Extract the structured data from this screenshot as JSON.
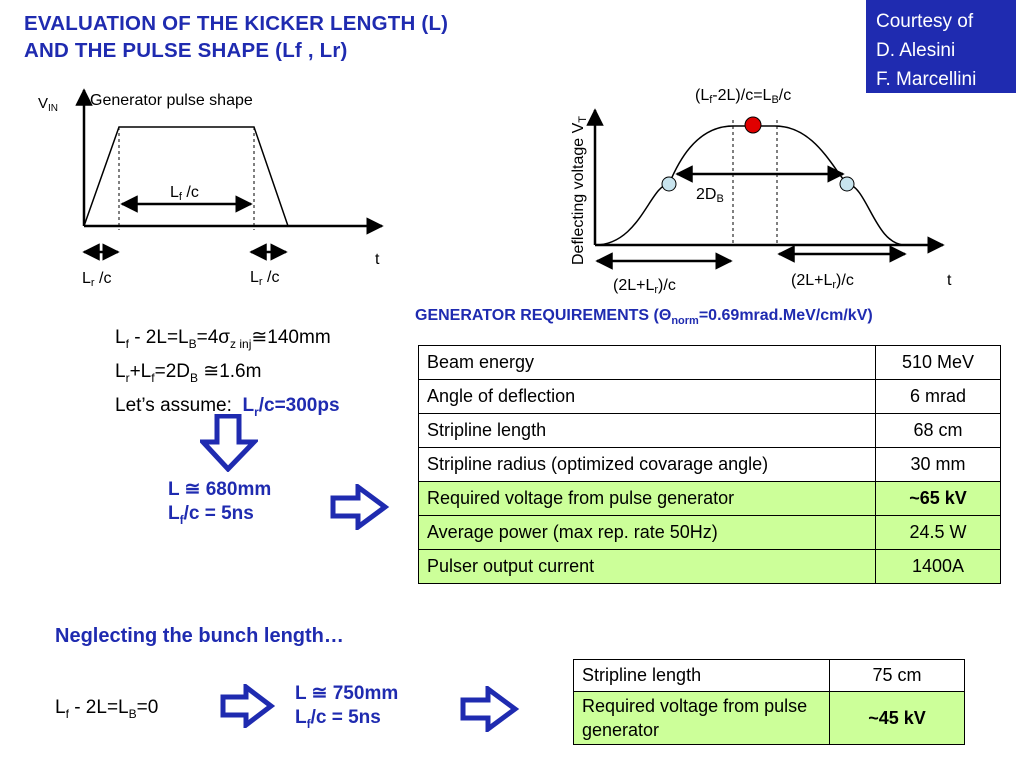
{
  "title": {
    "line1": "EVALUATION OF THE KICKER LENGTH (L)",
    "line2": "AND THE PULSE SHAPE (Lf , Lr)"
  },
  "courtesy": {
    "line1": "Courtesy of",
    "line2": "D. Alesini",
    "line3": "F. Marcellini"
  },
  "left_diagram": {
    "vin_main": "V",
    "vin_sub": "IN",
    "caption": "Generator pulse shape",
    "lf_main": "L",
    "lf_sub": "f",
    "lf_tail": " /c",
    "lr_main": "L",
    "lr_sub": "r",
    "lr_tail": " /c",
    "t_label": "t"
  },
  "right_diagram": {
    "ylabel_main": "Deflecting voltage V",
    "ylabel_sub": "T",
    "top_a": "(L",
    "top_sub1": "f",
    "top_b": "-2L)/c=L",
    "top_sub2": "B",
    "top_c": "/c",
    "mid_main": "2D",
    "mid_sub": "B",
    "bl_a": "(2L+L",
    "bl_sub": "r",
    "bl_b": ")/c",
    "br_a": "(2L+L",
    "br_sub": "r",
    "br_b": ")/c",
    "t_label": "t"
  },
  "equations": {
    "eq1_a": "L",
    "eq1_sub1": "f",
    "eq1_b": " - 2L=L",
    "eq1_sub2": "B",
    "eq1_c": "=4",
    "eq1_sigma": "σ",
    "eq1_sub3": "z inj",
    "eq1_d": "≅140mm",
    "eq2_a": "L",
    "eq2_sub1": "r",
    "eq2_b": "+L",
    "eq2_sub2": "f",
    "eq2_c": "=2D",
    "eq2_sub3": "B",
    "eq2_d": " ≅1.6m",
    "assume_label": "Let’s assume:",
    "assume_a": "L",
    "assume_sub": "r",
    "assume_b": "/c=300ps"
  },
  "result1": {
    "line1": "L ≅ 680mm",
    "line2_a": "L",
    "line2_sub": "f",
    "line2_b": "/c = 5ns"
  },
  "generator_requirements": {
    "heading": "GENERATOR REQUIREMENTS",
    "note_a": "(Θ",
    "note_sub": "norm",
    "note_b": "=0.69mrad.MeV/cm/kV)",
    "rows": [
      {
        "label": "Beam energy",
        "value": "510 MeV",
        "highlight": false,
        "bold": false
      },
      {
        "label": "Angle of deflection",
        "value": "6 mrad",
        "highlight": false,
        "bold": false
      },
      {
        "label": "Stripline length",
        "value": "68 cm",
        "highlight": false,
        "bold": false
      },
      {
        "label": "Stripline radius (optimized covarage angle)",
        "value": "30 mm",
        "highlight": false,
        "bold": false
      },
      {
        "label": "Required voltage from pulse generator",
        "value": "~65 kV",
        "highlight": true,
        "bold": true
      },
      {
        "label": "Average power (max rep. rate 50Hz)",
        "value": "24.5 W",
        "highlight": true,
        "bold": false
      },
      {
        "label": "Pulser output current",
        "value": "1400A",
        "highlight": true,
        "bold": false
      }
    ]
  },
  "neglect": {
    "heading": "Neglecting the bunch length…",
    "eq_a": "L",
    "eq_sub1": "f",
    "eq_b": " - 2L=L",
    "eq_sub2": "B",
    "eq_c": "=0",
    "result_line1": "L ≅ 750mm",
    "result_a": "L",
    "result_sub": "f",
    "result_b": "/c = 5ns",
    "rows": [
      {
        "label": "Stripline length",
        "value": "75 cm",
        "highlight": false,
        "bold": false
      },
      {
        "label": "Required voltage from pulse generator",
        "value": "~45 kV",
        "highlight": true,
        "bold": true
      }
    ]
  },
  "colors": {
    "accent_blue": "#1f2bb0",
    "highlight_green": "#ccff99",
    "peak_red": "#e00000",
    "marker_cyan": "#c8e4ee"
  }
}
